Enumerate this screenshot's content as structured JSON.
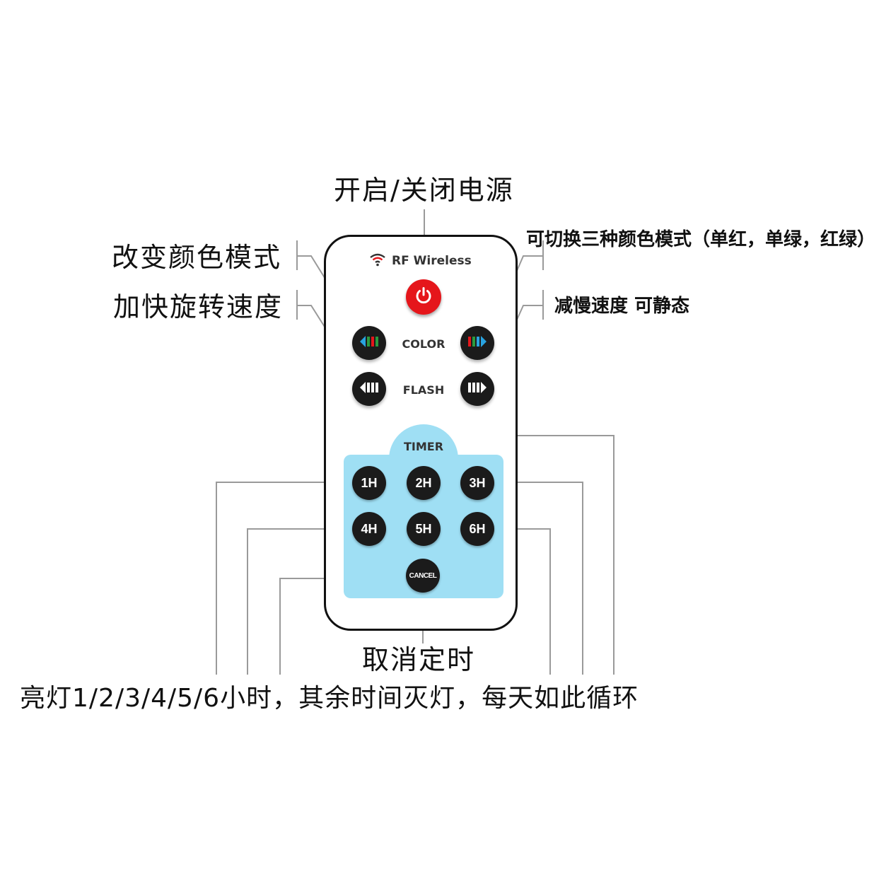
{
  "labels": {
    "power": "开启/关闭电源",
    "change_color_mode": "改变颜色模式",
    "speed_up": "加快旋转速度",
    "switch_three_modes": "可切换三种颜色模式（单红，单绿，红绿）",
    "slow_down": "减慢速度 可静态",
    "cancel_timer": "取消定时",
    "timer_cycle": "亮灯1/2/3/4/5/6小时，其余时间灭灯，每天如此循环"
  },
  "remote": {
    "brand": "RF Wireless",
    "brand_icon": "wifi-icon",
    "power_icon": "power-icon",
    "color_label": "COLOR",
    "flash_label": "FLASH",
    "timer_label": "TIMER",
    "timer_buttons": [
      "1H",
      "2H",
      "3H",
      "4H",
      "5H",
      "6H"
    ],
    "cancel_label": "CANCEL"
  },
  "colors": {
    "power_red": "#e5161b",
    "button_dark": "#1b1b1b",
    "timer_panel": "#9fdff4",
    "leader_gray": "#9a9a9a"
  }
}
